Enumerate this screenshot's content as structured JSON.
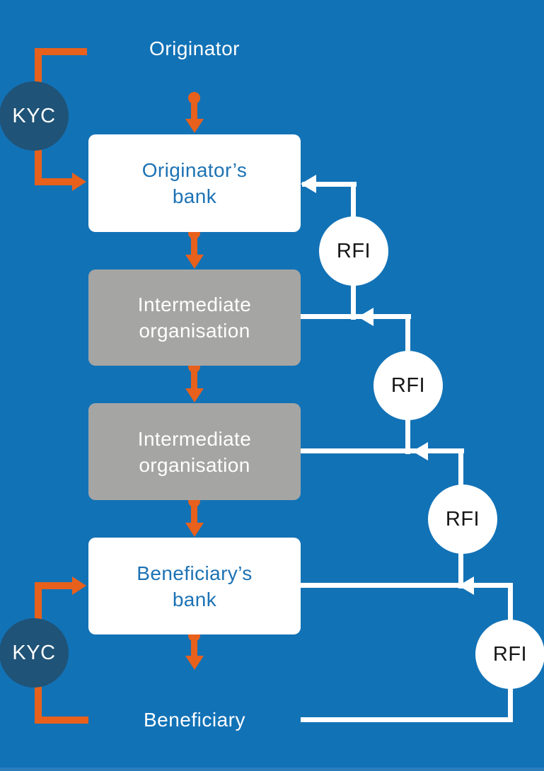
{
  "colors": {
    "background": "#1272B6",
    "accent_orange": "#E7601C",
    "kyc_circle_navy": "#1F5377",
    "gray_box": "#A5A5A3",
    "white_box": "#FFFFFF",
    "box_text_blue": "#1D72B4",
    "rfi_text": "#161616",
    "line_white": "#FFFFFF"
  },
  "diagram": {
    "originator_label": "Originator",
    "beneficiary_label": "Beneficiary",
    "boxes": [
      {
        "line1": "Originator’s",
        "line2": "bank"
      },
      {
        "line1": "Intermediate",
        "line2": "organisation"
      },
      {
        "line1": "Intermediate",
        "line2": "organisation"
      },
      {
        "line1": "Beneficiary’s",
        "line2": "bank"
      }
    ],
    "kyc_label": "KYC",
    "rfi_label": "RFI"
  }
}
